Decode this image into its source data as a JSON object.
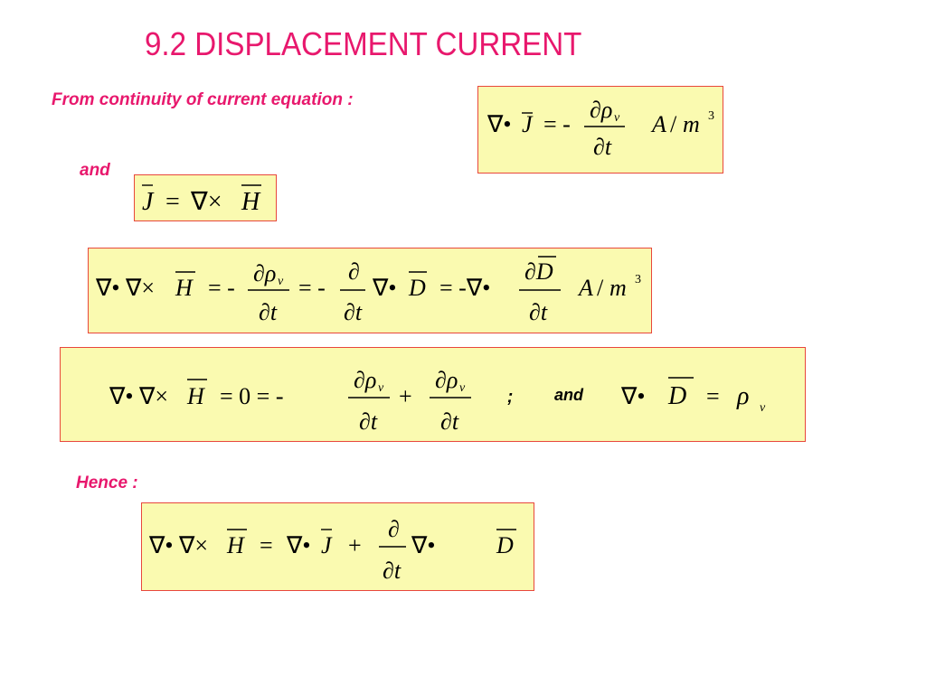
{
  "title": "9.2 DISPLACEMENT CURRENT",
  "labels": {
    "continuity": "From continuity of current  equation :",
    "and": "and",
    "hence": "Hence :",
    "semicolon": ";",
    "and_inline": "and"
  },
  "equations": {
    "eq1": "∇• J̄ = - ∂ρv/∂t   A/m³",
    "eq2": "J̄ = ∇× H̄",
    "eq3": "∇• ∇× H̄ = - ∂ρv/∂t = - ∂/∂t ∇• D̄ = -∇• ∂D̄/∂t   A/m³",
    "eq4a": "∇• ∇× H̄ = 0 = - ∂ρv/∂t + ∂ρv/∂t",
    "eq4b": "∇• D̄ = ρv",
    "eq5": "∇• ∇× H̄ = ∇• J̄ + ∂/∂t ∇• D̄"
  },
  "colors": {
    "accent": "#e8186d",
    "box_fill": "#fafab0",
    "box_border": "#e8473c"
  }
}
